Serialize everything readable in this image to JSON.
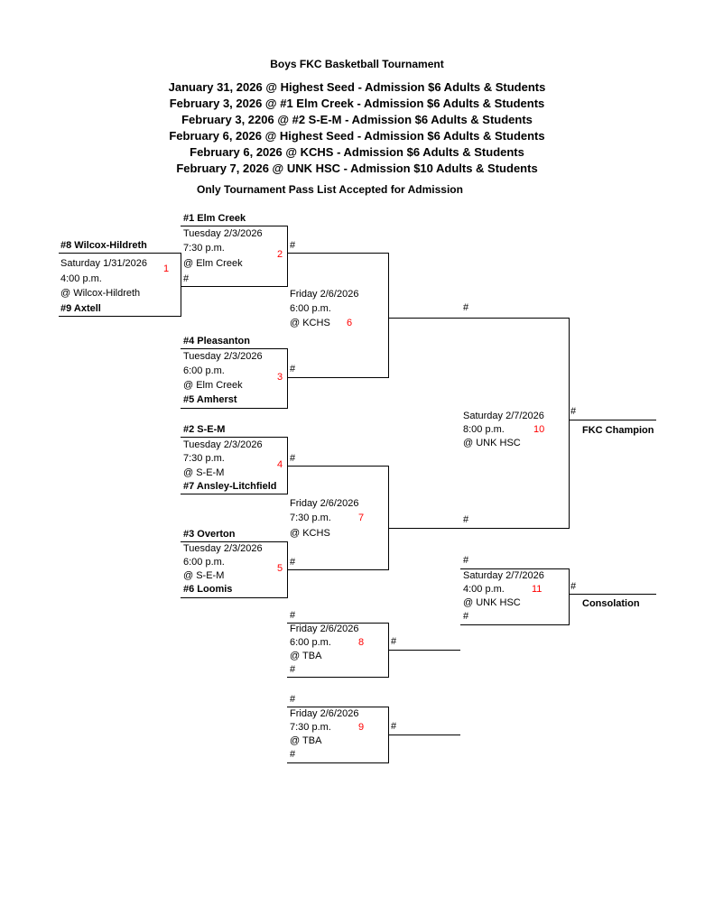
{
  "colors": {
    "background": "#ffffff",
    "line": "#000000",
    "game_number": "#ff0000"
  },
  "header": {
    "title": "Boys FKC Basketball Tournament",
    "schedule": [
      "January 31, 2026 @ Highest Seed - Admission $6 Adults & Students",
      "February 3, 2026 @ #1 Elm Creek - Admission $6 Adults & Students",
      "February 3, 2206 @ #2 S-E-M - Admission $6 Adults & Students",
      "February 6, 2026 @ Highest Seed - Admission $6 Adults & Students",
      "February 6, 2026 @ KCHS - Admission $6 Adults & Students",
      "February 7, 2026 @ UNK HSC - Admission $10 Adults & Students"
    ],
    "note": "Only Tournament Pass List Accepted for Admission"
  },
  "games": {
    "g1": {
      "number": "1",
      "team_top": "#8 Wilcox-Hildreth",
      "date": "Saturday 1/31/2026",
      "time": "4:00 p.m.",
      "site": "@ Wilcox-Hildreth",
      "team_bottom": "#9 Axtell"
    },
    "g2": {
      "number": "2",
      "team_top": "#1 Elm Creek",
      "date": "Tuesday 2/3/2026",
      "time": "7:30 p.m.",
      "site": "@ Elm Creek",
      "team_bottom": "#"
    },
    "g3": {
      "number": "3",
      "team_top": "#4 Pleasanton",
      "date": "Tuesday 2/3/2026",
      "time": "6:00 p.m.",
      "site": "@ Elm Creek",
      "team_bottom": "#5 Amherst"
    },
    "g4": {
      "number": "4",
      "team_top": "#2 S-E-M",
      "date": "Tuesday 2/3/2026",
      "time": "7:30 p.m.",
      "site": "@ S-E-M",
      "team_bottom": "#7 Ansley-Litchfield"
    },
    "g5": {
      "number": "5",
      "team_top": "#3 Overton",
      "date": "Tuesday 2/3/2026",
      "time": "6:00 p.m.",
      "site": "@ S-E-M",
      "team_bottom": "#6 Loomis"
    },
    "g6": {
      "number": "6",
      "slot_top": "#",
      "date": "Friday 2/6/2026",
      "time": "6:00 p.m.",
      "site": "@ KCHS",
      "slot_bottom": "#"
    },
    "g7": {
      "number": "7",
      "slot_top": "#",
      "date": "Friday 2/6/2026",
      "time": "7:30 p.m.",
      "site": "@ KCHS",
      "slot_bottom": "#"
    },
    "g8": {
      "number": "8",
      "slot_top": "#",
      "date": "Friday 2/6/2026",
      "time": "6:00 p.m.",
      "site": "@ TBA",
      "slot_bottom": "#",
      "winner_slot": "#"
    },
    "g9": {
      "number": "9",
      "slot_top": "#",
      "date": "Friday 2/6/2026",
      "time": "7:30 p.m.",
      "site": "@ TBA",
      "slot_bottom": "#",
      "winner_slot": "#"
    },
    "g10": {
      "number": "10",
      "slot_top": "#",
      "date": "Saturday 2/7/2026",
      "time": "8:00 p.m.",
      "site": "@ UNK HSC",
      "slot_bottom": "#",
      "winner_slot": "#",
      "winner_label": "FKC Champion"
    },
    "g11": {
      "number": "11",
      "slot_top": "#",
      "date": "Saturday 2/7/2026",
      "time": "4:00 p.m.",
      "site": "@ UNK HSC",
      "slot_bottom": "#",
      "winner_slot": "#",
      "winner_label": "Consolation"
    }
  }
}
